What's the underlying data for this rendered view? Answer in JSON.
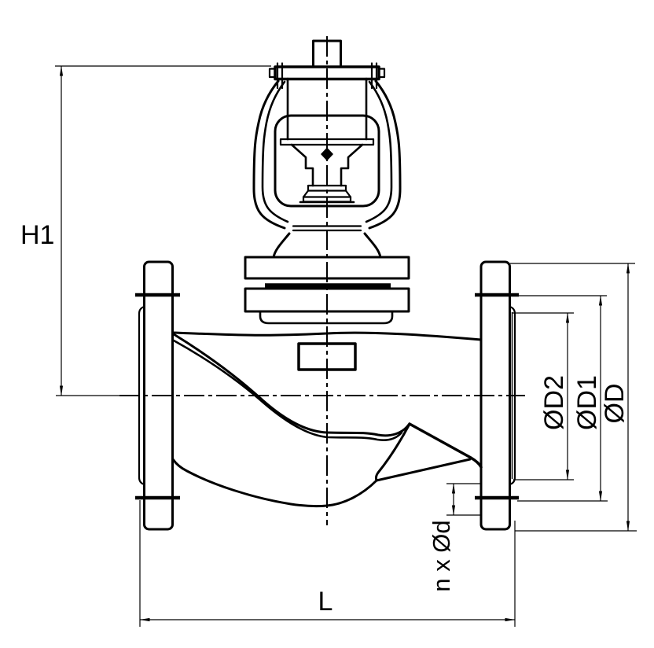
{
  "drawing": {
    "background_color": "#ffffff",
    "line_color": "#000000",
    "text_color": "#000000"
  },
  "labels": {
    "h1": "H1",
    "l": "L",
    "d2": "ØD2",
    "d1": "ØD1",
    "d": "ØD",
    "nxd": "n x Ød"
  }
}
